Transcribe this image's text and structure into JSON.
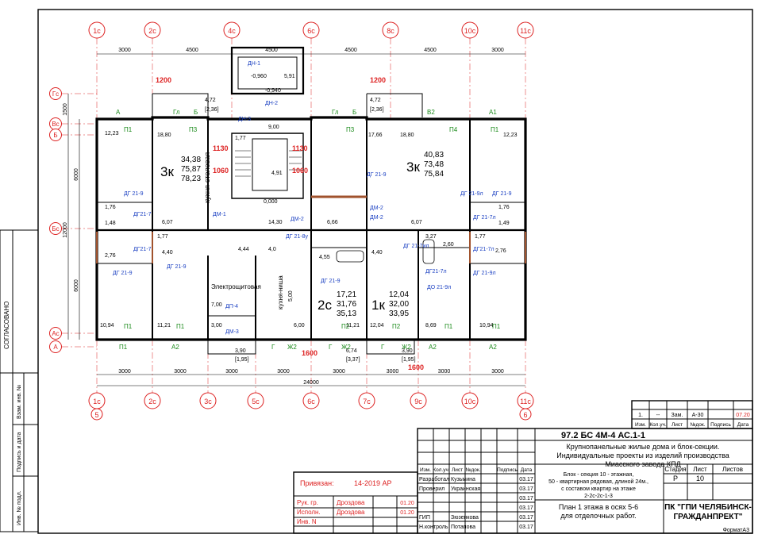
{
  "axes_top": [
    "1с",
    "2с",
    "4с",
    "6с",
    "8с",
    "10с",
    "11с"
  ],
  "axes_bottom": [
    "1с",
    "2с",
    "3с",
    "5с",
    "6с",
    "7с",
    "9с",
    "10с",
    "11с"
  ],
  "axes_bottom_num": [
    "5",
    "6"
  ],
  "axes_left": [
    "Гс",
    "Вс",
    "Б",
    "Бс",
    "Ас",
    "А"
  ],
  "dims_top": [
    "3000",
    "4500",
    "4500",
    "4500",
    "4500",
    "3000"
  ],
  "dims_bottom": [
    "3000",
    "3000",
    "3000",
    "3000",
    "3000",
    "3000",
    "3000",
    "3000"
  ],
  "dim_total": "24000",
  "dims_left": [
    "1500",
    "6000",
    "12000",
    "6000"
  ],
  "room_labels": {
    "apt3k_left": "3к",
    "apt3k_left_areas": [
      "34,38",
      "75,87",
      "78,23"
    ],
    "kitchen_left": "кухня-столовая",
    "apt3k_right": "3к",
    "apt3k_right_areas": [
      "40,83",
      "73,48",
      "75,84"
    ],
    "apt2c": "2с",
    "apt2c_areas": [
      "17,21",
      "31,76",
      "35,13"
    ],
    "apt1k": "1к",
    "apt1k_areas": [
      "12,04",
      "32,00",
      "33,95"
    ],
    "elshield": "Электрощитовая",
    "kitchen_niche": "кухня-ниша",
    "kitchen_niche_area": "5,00"
  },
  "areas": [
    "12,23",
    "18,80",
    "4,72",
    "[2,36]",
    "9,00",
    "1,77",
    "4,91",
    "0,000",
    "6,07",
    "14,30",
    "6,66",
    "6,07",
    "1,76",
    "1,48",
    "1,77",
    "2,76",
    "4,40",
    "4,44",
    "4,0",
    "4,55",
    "4,40",
    "3,27",
    "2,60",
    "1,77",
    "2,76",
    "10,94",
    "11,21",
    "3,00",
    "3,90",
    "[1,95]",
    "6,00",
    "11,21",
    "12,04",
    "8,69",
    "10,94",
    "6,74",
    "[3,37]",
    "3,90",
    "[1,95]",
    "17,66",
    "18,80",
    "4,72",
    "[2,36]",
    "12,23",
    "1,76",
    "1,49",
    "7,00",
    "-0,960",
    "5,91",
    "-0,940"
  ],
  "tags": [
    "ДН-1",
    "ДН-2",
    "ДН-3",
    "ДМ-1",
    "ДМ-2",
    "ДМ-2",
    "ДМ-2",
    "ДГ 21-9",
    "ДГ 21-9л",
    "ДГ21-7",
    "ДГ21-7",
    "ДГ 21-9",
    "ДГ 21-9",
    "ДГ 21-8у",
    "ДГ 21-9",
    "ДГ 21-9",
    "ДГ 21-7ил",
    "ДГ21-7л",
    "ДГ 21-7л",
    "ДО 21-9л",
    "ДГ 21-9л",
    "ДП-4",
    "ДМ-3",
    "ДГ21-7л",
    "ДГ 21-9"
  ],
  "marks": [
    "1130",
    "1130",
    "1060",
    "1060",
    "1200",
    "1200",
    "1600",
    "1600"
  ],
  "wall_tags": [
    "А",
    "Гл",
    "Б",
    "Гл",
    "Б",
    "В2",
    "А1",
    "П1",
    "П3",
    "П3",
    "П4",
    "П1",
    "П1",
    "П1",
    "П1",
    "П1",
    "А2",
    "А2",
    "Г",
    "Ж2",
    "П2",
    "Ж2",
    "Г",
    "Г",
    "Ж2",
    "А2",
    "П1",
    "П2"
  ],
  "side": {
    "agreed": "СОГЛАСОВАНО",
    "vzam": "Взам. инв. №",
    "sign_date": "Подпись и дата",
    "inv": "Инв. № подл."
  },
  "title": {
    "code": "97.2 БС 4М-4   АС.1-1",
    "org_title": "Крупнопанельные жилые дома и блок-секции.\nИндивидуальные  проекты из изделий производства\nМиасского завода КПД",
    "block_desc": "Блок - секция  10 - этажная,\n50 - квартирная рядовая, длиной 24м.,\nс  составом  квартир  на  этаже\n2-2с-2с-1-3",
    "sheet_name": "План 1 этажа в осях 5-6\nдля отделочных работ.",
    "company": "ПК \"ГПИ ЧЕЛЯБИНСК-\nГРАЖДАНПРЕКТ\"",
    "stage_h": "Стадия",
    "sheet_h": "Лист",
    "sheets_h": "Листов",
    "stage": "Р",
    "sheet": "10",
    "sheets": "",
    "bind_label": "Привязан:",
    "bind_val": "14-2019 АР",
    "format": "ФорматА3",
    "rev_row": [
      "1.",
      "--",
      "Зам.",
      "А-30",
      "",
      "07.20"
    ],
    "rev_head": [
      "Изм.",
      "Кол.уч.",
      "Лист",
      "№док.",
      "Подпись",
      "Дата"
    ],
    "people": [
      {
        "role": "Разработал",
        "name": "Кузьмина",
        "date": "03.17"
      },
      {
        "role": "Проверил",
        "name": "Украинская",
        "date": "03.17"
      },
      {
        "role": "",
        "name": "",
        "date": "03.17"
      },
      {
        "role": "",
        "name": "",
        "date": "03.17"
      },
      {
        "role": "ГИП",
        "name": "Зюзенкова",
        "date": "03.17"
      },
      {
        "role": "Н.контроль",
        "name": "Потапова",
        "date": "03.17"
      }
    ],
    "left_people": [
      {
        "role": "Рук. гр.",
        "name": "Дроздова",
        "date": "01.20"
      },
      {
        "role": "Исполн.",
        "name": "Дроздова",
        "date": "01.20"
      },
      {
        "role": "Инв. N",
        "name": "",
        "date": ""
      }
    ],
    "main_head": [
      "Изм.",
      "Кол.уч.",
      "Лист",
      "№док.",
      "Подпись",
      "Дата"
    ]
  }
}
